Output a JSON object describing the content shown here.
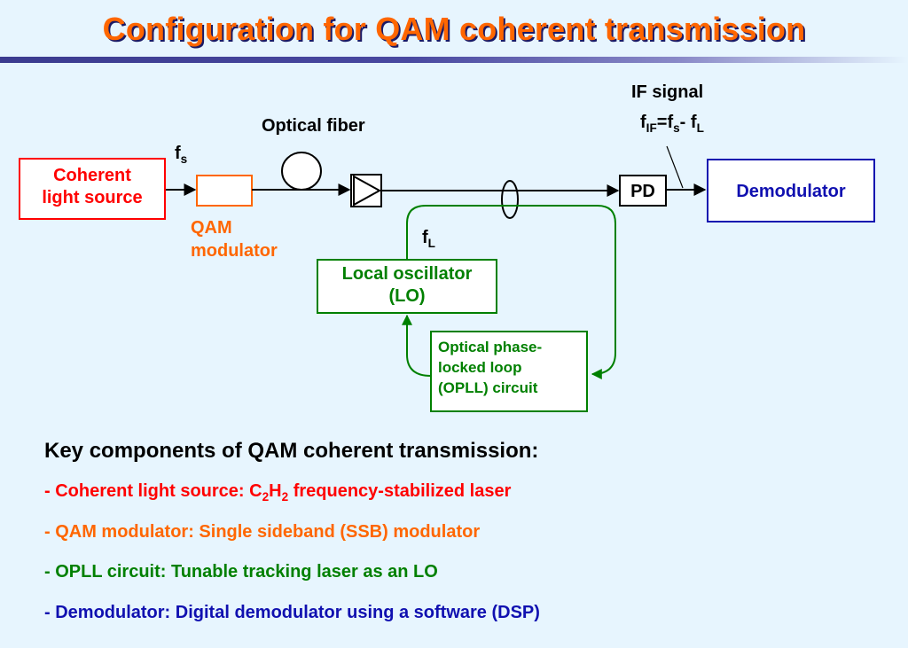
{
  "title": "Configuration for QAM coherent transmission",
  "colors": {
    "red": "#ff0000",
    "orange": "#ff6600",
    "green": "#008000",
    "blue": "#1010b0",
    "black": "#000000"
  },
  "diagram": {
    "source_box": {
      "line1": "Coherent",
      "line2": "light source"
    },
    "fs_label": {
      "base": "f",
      "sub": "s"
    },
    "modulator_label": {
      "line1": "QAM",
      "line2": "modulator"
    },
    "fiber_label": "Optical fiber",
    "if_signal_label": "IF signal",
    "if_formula": {
      "f1": "f",
      "s1": "IF",
      "eq": "=f",
      "s2": "s",
      "minus": "- f",
      "s3": "L"
    },
    "pd_label": "PD",
    "demod_label": "Demodulator",
    "fl_label": {
      "base": "f",
      "sub": "L"
    },
    "lo_box": {
      "line1": "Local oscillator",
      "line2": "(LO)"
    },
    "opll_box": {
      "line1": "Optical phase-",
      "line2": "locked loop",
      "line3": "(OPLL) circuit"
    }
  },
  "key_components": {
    "heading": "Key components of QAM coherent transmission:",
    "item1": {
      "prefix": "- Coherent light source: C",
      "s1": "2",
      "mid": "H",
      "s2": "2",
      "suffix": " frequency-stabilized laser"
    },
    "item2": "- QAM modulator: Single sideband (SSB) modulator",
    "item3": "- OPLL circuit: Tunable tracking laser as an LO",
    "item4": "- Demodulator: Digital demodulator using a software (DSP)"
  }
}
